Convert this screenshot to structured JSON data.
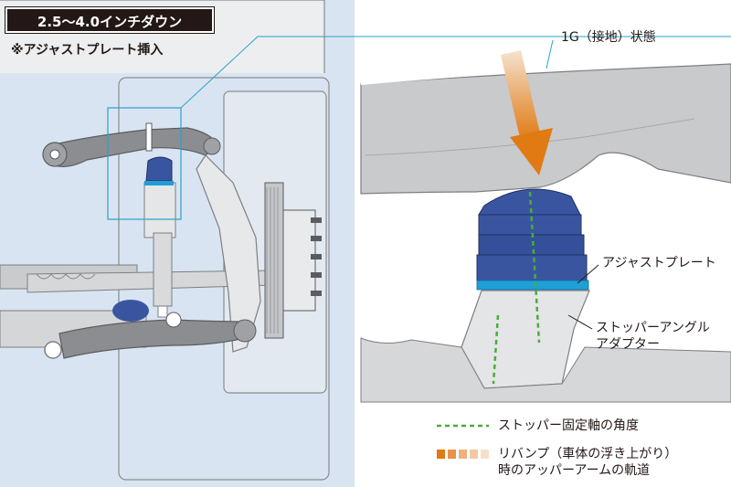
{
  "header": {
    "title": "2.5〜4.0インチダウン",
    "subtitle": "※アジャストプレート挿入"
  },
  "callouts": {
    "ground_state": "1G（接地）状態",
    "adjust_plate": "アジャストプレート",
    "stopper_adapter_line1": "ストッパーアングル",
    "stopper_adapter_line2": "アダプター"
  },
  "legend": {
    "stopper_axis": "ストッパー固定軸の角度",
    "rebound_line1": "リバンプ（車体の浮き上がり）",
    "rebound_line2": "時のアッパーアームの軌道"
  },
  "colors": {
    "background_left": "#d9e4f2",
    "frame_gray": "#cfd1d3",
    "arm_dark": "#7d7f83",
    "bump_stop_blue": "#3a55a0",
    "adjust_plate_cyan": "#1e9fd6",
    "trajectory_orange": "#e07a12",
    "axis_green": "#4cab3a",
    "callout_line": "#2aa2c8"
  }
}
